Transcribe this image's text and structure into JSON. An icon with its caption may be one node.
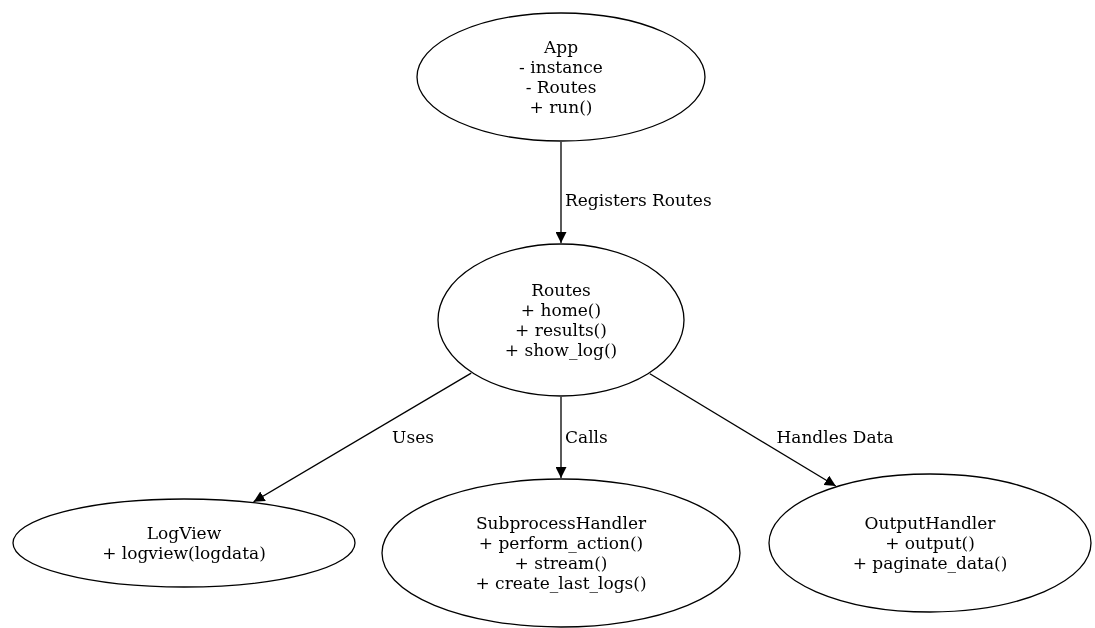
{
  "diagram": {
    "nodes": [
      {
        "text": [
          "App",
          "- instance",
          "- Routes",
          "+ run()"
        ]
      },
      {
        "text": [
          "Routes",
          "+ home()",
          "+ results()",
          "+ show_log()"
        ]
      },
      {
        "text": [
          "LogView",
          "+ logview(logdata)"
        ]
      },
      {
        "text": [
          "SubprocessHandler",
          "+ perform_action()",
          "+ stream()",
          "+ create_last_logs()"
        ]
      },
      {
        "text": [
          "OutputHandler",
          "+ output()",
          "+ paginate_data()"
        ]
      }
    ],
    "edges": [
      {
        "from": 0,
        "to": 1,
        "arrow": "to",
        "label": "Registers Routes"
      },
      {
        "from": 1,
        "to": 2,
        "arrow": "to",
        "label": "Uses"
      },
      {
        "from": 1,
        "to": 3,
        "arrow": "to",
        "label": "Calls"
      },
      {
        "from": 1,
        "to": 4,
        "arrow": "to",
        "label": "Handles Data"
      }
    ]
  }
}
